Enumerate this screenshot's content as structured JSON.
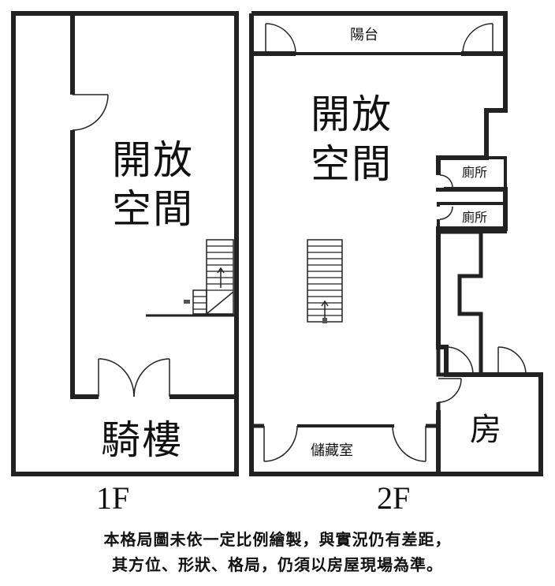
{
  "floor_1": {
    "label": "1F",
    "rooms": {
      "open_space_line1": "開放",
      "open_space_line2": "空間",
      "arcade": "騎樓"
    }
  },
  "floor_2": {
    "label": "2F",
    "rooms": {
      "balcony": "陽台",
      "open_space_line1": "開放",
      "open_space_line2": "空間",
      "toilet_1": "廁所",
      "toilet_2": "廁所",
      "room": "房",
      "storage": "儲藏室"
    }
  },
  "disclaimer": {
    "line1": "本格局圖未依一定比例繪製，與實況仍有差距，",
    "line2": "其方位、形狀、格局，仍須以房屋現場為準。"
  }
}
